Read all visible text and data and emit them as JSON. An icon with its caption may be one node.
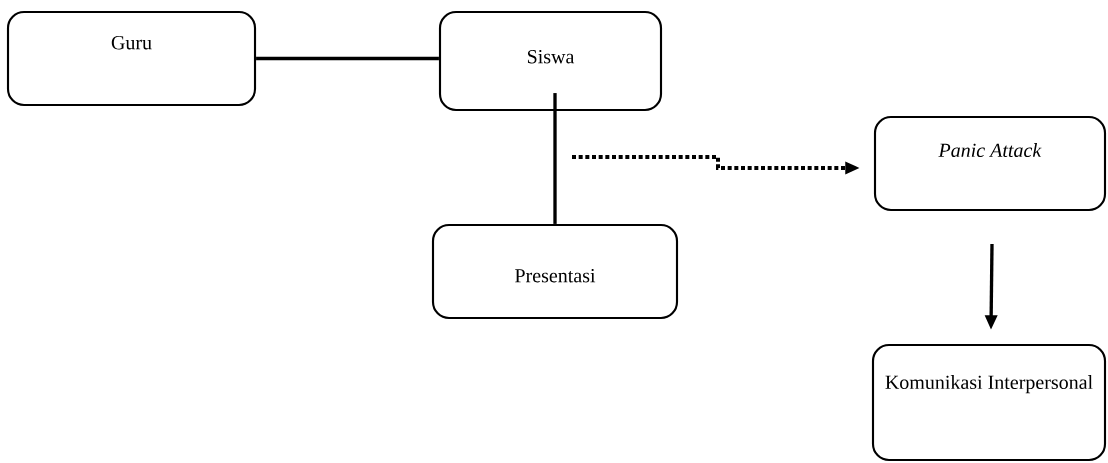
{
  "diagram": {
    "nodes": [
      {
        "text": [
          "Guru"
        ]
      },
      {
        "text": [
          "Siswa"
        ]
      },
      {
        "text": [
          "Presentasi"
        ]
      },
      {
        "text": [
          "*Panic Attack*"
        ]
      },
      {
        "text": [
          "Komunikasi Interpersonal"
        ]
      }
    ],
    "edges": [
      {
        "from": 0,
        "to": 1,
        "arrow": "none"
      },
      {
        "from": 1,
        "to": 2,
        "arrow": "none"
      },
      {
        "from": null,
        "to": 3,
        "arrow": "to",
        "style": "dashed"
      },
      {
        "from": 3,
        "to": 4,
        "arrow": "to"
      }
    ]
  }
}
